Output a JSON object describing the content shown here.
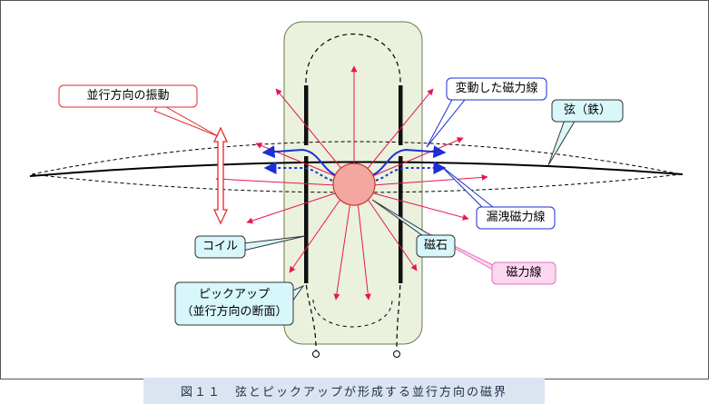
{
  "labels": {
    "parallel_vibration": "並行方向の振動",
    "changed_field": "変動した磁力線",
    "string": "弦（鉄）",
    "leakage_field": "漏洩磁力線",
    "coil": "コイル",
    "magnet": "磁石",
    "field_lines": "磁力線",
    "pickup_line1": "ピックアップ",
    "pickup_line2": "（並行方向の断面）"
  },
  "caption": "図１１　弦とピックアップが形成する並行方向の磁界",
  "colors": {
    "pickup_fill": "#eaf1dd",
    "field_arrow": "#e8174c",
    "changed_field": "#1a2fd6",
    "magnet_fill": "#f4a6a0",
    "vibration_arrow": "#e42a2a",
    "callout_cyan": "#d8f7fb",
    "callout_pink": "#fdd7ef"
  }
}
